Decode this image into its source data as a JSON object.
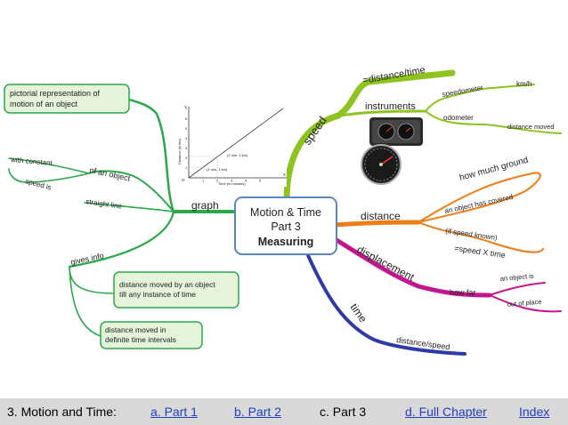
{
  "center": {
    "line1": "Motion & Time",
    "line2": "Part 3",
    "line3": "Measuring"
  },
  "branches": {
    "speed": {
      "label": "speed",
      "formula": "=distance/time",
      "instruments": "instruments",
      "speedometer": "speedometer",
      "kmh": "km/h",
      "odometer": "odometer",
      "distance_moved": "distance moved"
    },
    "distance": {
      "label": "distance",
      "how_much_ground": "how much ground",
      "covered": "an object has covered",
      "if_speed_known": "(if speed known)",
      "speed_x_time": "=speed X time"
    },
    "displacement": {
      "label": "displacement",
      "how_far": "how far",
      "an_object_is": "an object is",
      "out_of_place": "out of place"
    },
    "time": {
      "label": "time",
      "distance_speed": "distance/speed"
    },
    "graph": {
      "label": "graph",
      "pictorial": "pictorial representation of motion of an object",
      "with_constant": "with constant",
      "of_an_object": "of an object",
      "speed_is": "speed is",
      "straight_line": "straight line",
      "gives_info": "gives info",
      "distance_any_instance": "distance moved by an object till any instance of time",
      "distance_intervals": "distance moved in definite time intervals"
    }
  },
  "mini_graph": {
    "ylabel": "Distance (in km)",
    "xlabel": "Time (in minutes)",
    "origin": "O",
    "x_axis": "X",
    "y_axis": "Y",
    "x_ticks": [
      "1",
      "2",
      "3",
      "4",
      "5"
    ],
    "y_ticks": [
      "1",
      "2",
      "3",
      "4",
      "5",
      "6",
      "7"
    ],
    "note1": "(1 min, 1 km)",
    "note2": "(2 min, 2 km)"
  },
  "footer": {
    "chapter": "3. Motion and Time:",
    "part1": "a. Part 1",
    "part2": "b. Part 2",
    "part3": "c. Part 3",
    "full": "d. Full Chapter",
    "index": "Index"
  },
  "colors": {
    "speed": "#8fc31f",
    "distance": "#f07c14",
    "displacement": "#c4168c",
    "time": "#2f3aa6",
    "graph": "#2aa84a",
    "center_border": "#5b86c4",
    "footer_bg": "#d9d9d9"
  }
}
